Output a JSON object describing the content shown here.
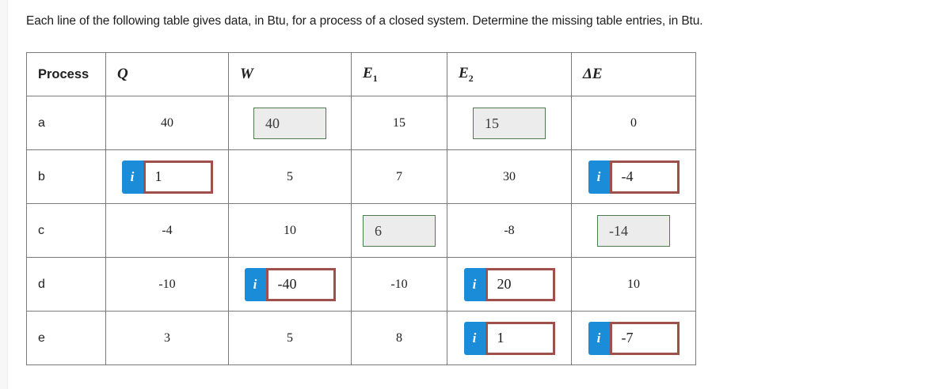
{
  "prompt": "Each line of the following table gives data, in Btu, for a process of a closed system. Determine the missing table entries, in Btu.",
  "colors": {
    "info_button": "#1a8cd8",
    "input_border": "#a0504a",
    "readonly_border": "#4e7a4e",
    "readonly_fill": "#ececec",
    "table_border": "#7a7a7a"
  },
  "table": {
    "headers": [
      {
        "label": "Process",
        "style": "plain"
      },
      {
        "label": "Q",
        "style": "math"
      },
      {
        "label": "W",
        "style": "math"
      },
      {
        "label": "E",
        "sub": "1",
        "style": "math"
      },
      {
        "label": "E",
        "sub": "2",
        "style": "math"
      },
      {
        "label": "ΔE",
        "style": "math"
      }
    ],
    "rows": [
      {
        "process": "a",
        "cells": [
          {
            "type": "value",
            "value": "40"
          },
          {
            "type": "readonly",
            "value": "40"
          },
          {
            "type": "value",
            "value": "15"
          },
          {
            "type": "readonly",
            "value": "15"
          },
          {
            "type": "value",
            "value": "0"
          }
        ]
      },
      {
        "process": "b",
        "cells": [
          {
            "type": "input",
            "value": "1",
            "info": "i"
          },
          {
            "type": "value",
            "value": "5"
          },
          {
            "type": "value",
            "value": "7"
          },
          {
            "type": "value",
            "value": "30"
          },
          {
            "type": "input",
            "value": "-4",
            "info": "i"
          }
        ]
      },
      {
        "process": "c",
        "cells": [
          {
            "type": "value",
            "value": "-4"
          },
          {
            "type": "value",
            "value": "10"
          },
          {
            "type": "readonly",
            "value": "6"
          },
          {
            "type": "value",
            "value": "-8"
          },
          {
            "type": "readonly",
            "value": "-14"
          }
        ]
      },
      {
        "process": "d",
        "cells": [
          {
            "type": "value",
            "value": "-10"
          },
          {
            "type": "input",
            "value": "-40",
            "info": "i"
          },
          {
            "type": "value",
            "value": "-10"
          },
          {
            "type": "input",
            "value": "20",
            "info": "i"
          },
          {
            "type": "value",
            "value": "10"
          }
        ]
      },
      {
        "process": "e",
        "cells": [
          {
            "type": "value",
            "value": "3"
          },
          {
            "type": "value",
            "value": "5"
          },
          {
            "type": "value",
            "value": "8"
          },
          {
            "type": "input",
            "value": "1",
            "info": "i"
          },
          {
            "type": "input",
            "value": "-7",
            "info": "i"
          }
        ]
      }
    ]
  }
}
